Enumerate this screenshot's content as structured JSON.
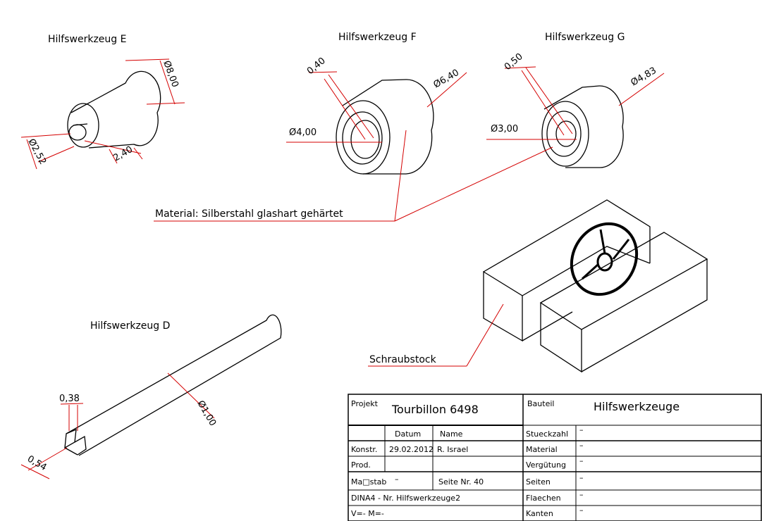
{
  "labels": {
    "tool_e": "Hilfswerkzeug E",
    "tool_f": "Hilfswerkzeug F",
    "tool_g": "Hilfswerkzeug G",
    "tool_d": "Hilfswerkzeug D",
    "material_note": "Material: Silberstahl glashart gehärtet",
    "vise": "Schraubstock"
  },
  "dimensions": {
    "e_dia_outer": "Ø8,00",
    "e_dia_inner": "Ø2,52",
    "e_length": "2,40",
    "f_wall": "0,40",
    "f_dia_outer": "Ø6,40",
    "f_dia_inner": "Ø4,00",
    "g_wall": "0,50",
    "g_dia_outer": "Ø4,83",
    "g_dia_inner": "Ø3,00",
    "d_slot": "0,38",
    "d_tip": "0,54",
    "d_dia": "Ø1,00"
  },
  "title_block": {
    "projekt_label": "Projekt",
    "projekt_value": "Tourbillon 6498",
    "bauteil_label": "Bauteil",
    "bauteil_value": "Hilfswerkzeuge",
    "datum_label": "Datum",
    "name_label": "Name",
    "konstr_label": "Konstr.",
    "konstr_datum": "29.02.2012",
    "konstr_name": "R. Israel",
    "prod_label": "Prod.",
    "massstab_label": "Ma□stab",
    "massstab_value": "–",
    "seite": "Seite Nr. 40",
    "format": "DINA4 - Nr. Hilfswerkzeuge2",
    "vm": "V=- M=-",
    "stueckzahl_label": "Stueckzahl",
    "material_label": "Material",
    "verguetung_label": "Vergütung",
    "seiten_label": "Seiten",
    "flaechen_label": "Flaechen",
    "kanten_label": "Kanten",
    "dash": "–"
  }
}
